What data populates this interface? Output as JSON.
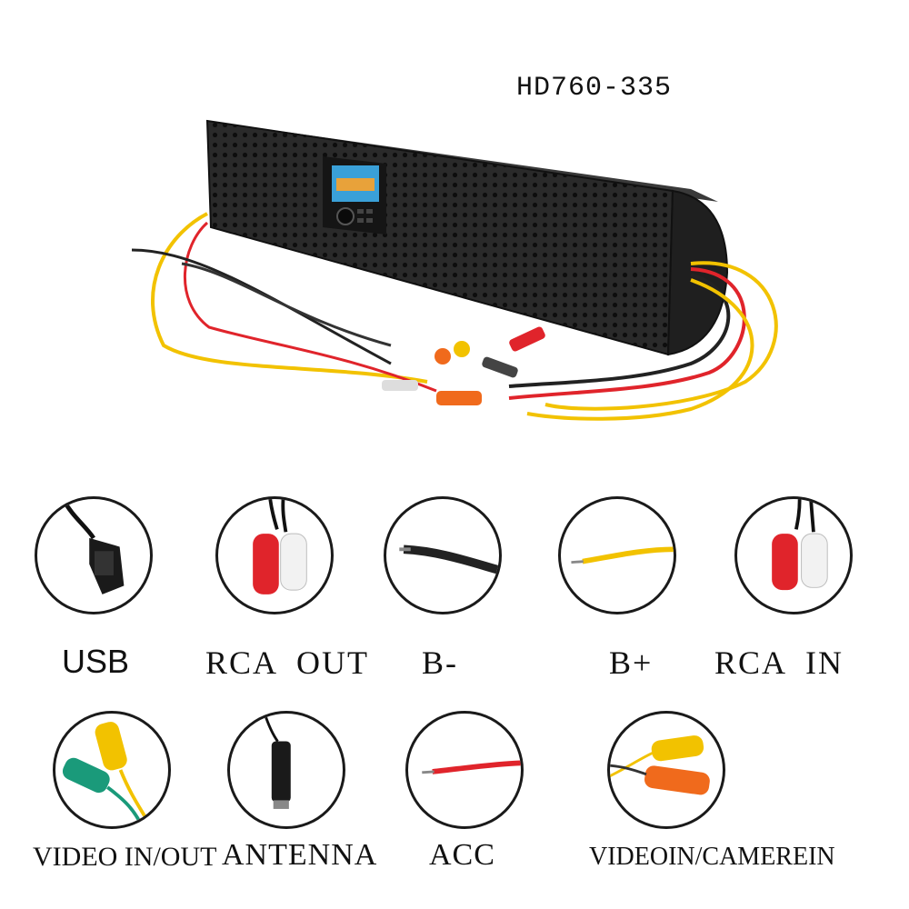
{
  "model": "HD760-335",
  "connectors": [
    {
      "label": "USB",
      "icon": "usb-plug-icon"
    },
    {
      "label": "RCA  OUT",
      "icon": "rca-red-white-plug-icon"
    },
    {
      "label": "B-",
      "icon": "black-wire-icon"
    },
    {
      "label": "B+",
      "icon": "yellow-wire-icon"
    },
    {
      "label": "RCA  IN",
      "icon": "rca-red-white-plug-icon"
    },
    {
      "label": "VIDEO IN/OUT",
      "icon": "rca-green-yellow-plug-icon"
    },
    {
      "label": "ANTENNA",
      "icon": "antenna-plug-icon"
    },
    {
      "label": "ACC",
      "icon": "red-wire-icon"
    },
    {
      "label": "VIDEOIN/CAMEREIN",
      "icon": "rca-yellow-orange-plug-icon"
    }
  ],
  "colors": {
    "red": "#e0242b",
    "white": "#f2f2f2",
    "yellow": "#f2c200",
    "orange": "#f06a1c",
    "green": "#1a9a7a",
    "black": "#222222"
  }
}
